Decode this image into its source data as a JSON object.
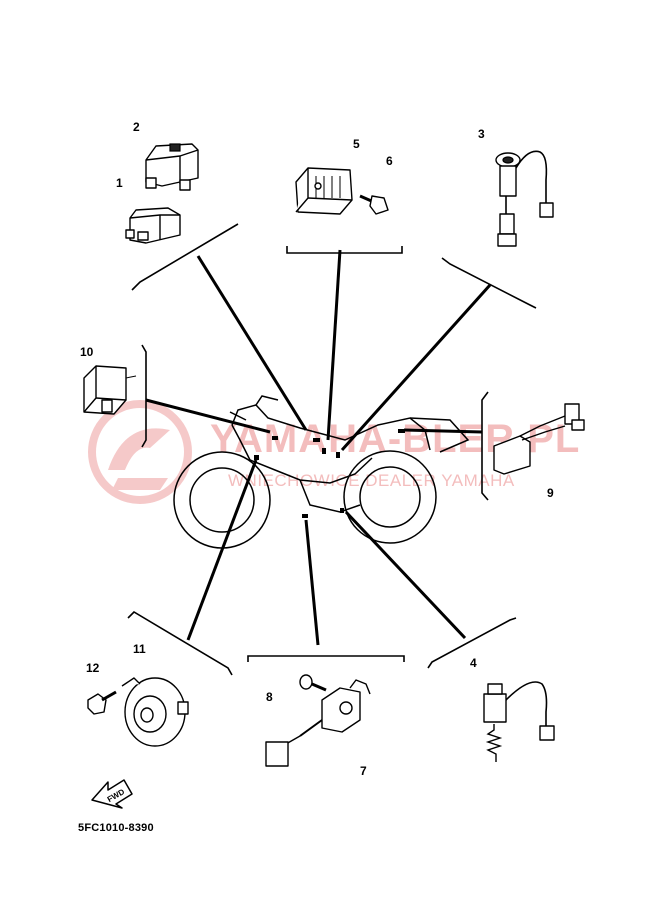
{
  "diagram": {
    "callouts": [
      "1",
      "2",
      "3",
      "4",
      "5",
      "6",
      "7",
      "8",
      "9",
      "10",
      "11",
      "12"
    ],
    "drawing_code": "5FC1010-8390",
    "fwd_label": "FWD",
    "watermark": {
      "brand": "YAMAHA-BLER.PL",
      "tagline": "WNIECHOWICE DEALER YAMAHA"
    }
  }
}
